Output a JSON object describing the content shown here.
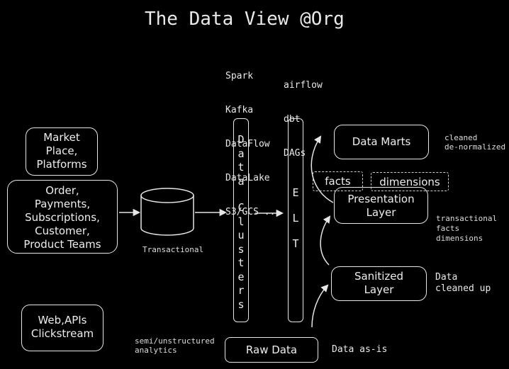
{
  "title": "The Data View @Org",
  "tools_left": [
    "Spark",
    "Kafka",
    "DataFlow",
    "DataLake",
    "S3/GCS ..."
  ],
  "tools_right": [
    "airflow",
    "dbt",
    "DAGs"
  ],
  "sources": {
    "market_place": "Market\nPlace,\nPlatforms",
    "teams": "Order,\nPayments,\nSubscriptions,\nCustomer,\nProduct Teams",
    "web": "Web,APIs\nClickstream"
  },
  "transactional_label": "Transactional",
  "semi_label": "semi/unstructured\nanalytics",
  "data_clusters": "Data Clusters",
  "elt": "ELT",
  "layers": {
    "raw": "Raw Data",
    "sanitized": "Sanitized\nLayer",
    "presentation": "Presentation\nLayer",
    "marts": "Data Marts"
  },
  "tags": {
    "facts": "facts",
    "dimensions": "dimensions"
  },
  "notes": {
    "raw": "Data as-is",
    "sanitized": "Data\ncleaned up",
    "presentation": "transactional\nfacts\ndimensions",
    "marts": "cleaned\nde-normalized"
  },
  "colors": {
    "background": "#000000",
    "stroke": "#e6e6e6"
  }
}
